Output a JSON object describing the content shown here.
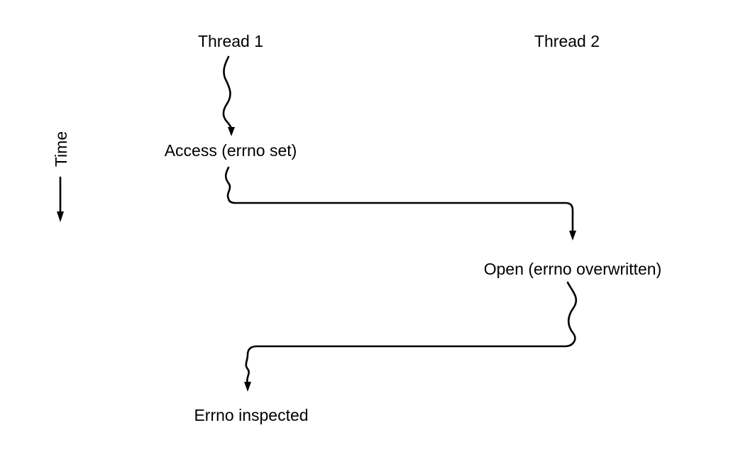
{
  "diagram": {
    "columns": {
      "thread1": "Thread 1",
      "thread2": "Thread 2"
    },
    "time_axis": {
      "label": "Time"
    },
    "events": {
      "access": "Access (errno set)",
      "open": "Open (errno overwritten)",
      "inspected": "Errno inspected"
    },
    "colors": {
      "ink": "#000000",
      "background": "#ffffff"
    }
  }
}
